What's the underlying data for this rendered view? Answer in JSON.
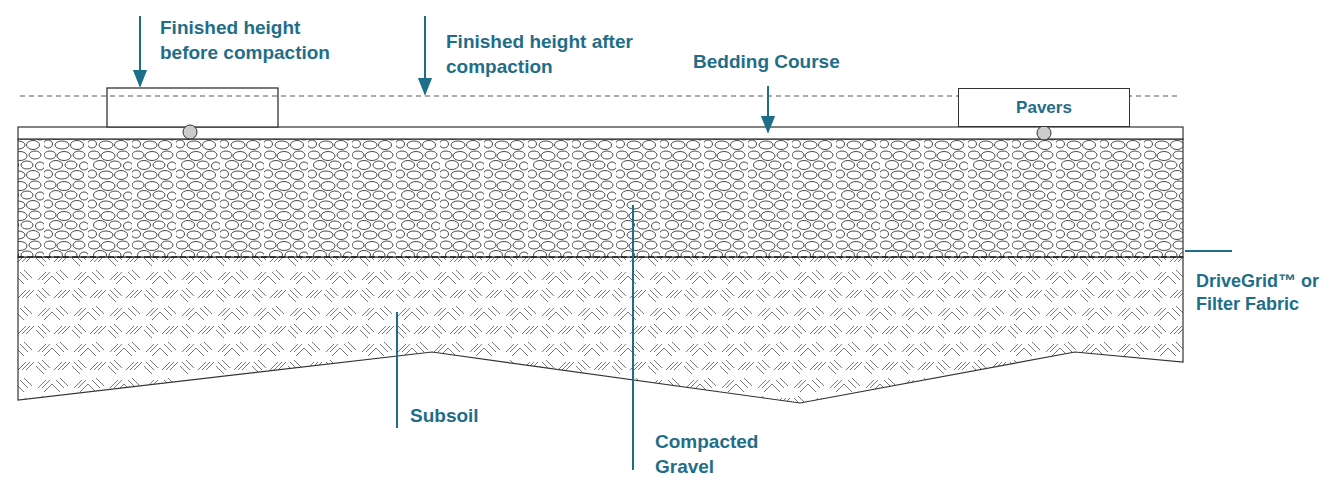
{
  "diagram": {
    "nodes": [
      {
        "text": [
          "Pavers"
        ]
      }
    ],
    "labels": [
      "Finished height before compaction",
      "Finished height after compaction",
      "Bedding Course",
      "Subsoil",
      "Compacted Gravel",
      "DriveGrid™ or Filter Fabric"
    ]
  }
}
